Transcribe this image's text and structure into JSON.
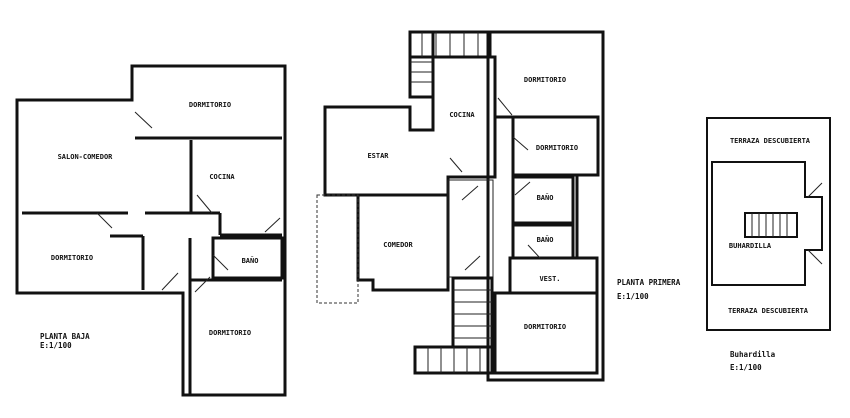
{
  "planta_baja": {
    "rooms": [
      "DORMITORIO",
      "SALON-COMEDOR",
      "COCINA",
      "DORMITORIO",
      "BAÑO",
      "DORMITORIO"
    ],
    "title": "PLANTA BAJA",
    "scale": "E:1/100"
  },
  "planta_primera": {
    "rooms": [
      "DORMITORIO",
      "COCINA",
      "DORMITORIO",
      "ESTAR",
      "BAÑO",
      "BAÑO",
      "COMEDOR",
      "VEST.",
      "DORMITORIO"
    ],
    "title": "PLANTA PRIMERA",
    "scale": "E:1/100"
  },
  "buhardilla": {
    "rooms": [
      "TERRAZA DESCUBIERTA",
      "BUHARDILLA",
      "TERRAZA DESCUBIERTA"
    ],
    "title": "Buhardilla",
    "scale": "E:1/100"
  }
}
